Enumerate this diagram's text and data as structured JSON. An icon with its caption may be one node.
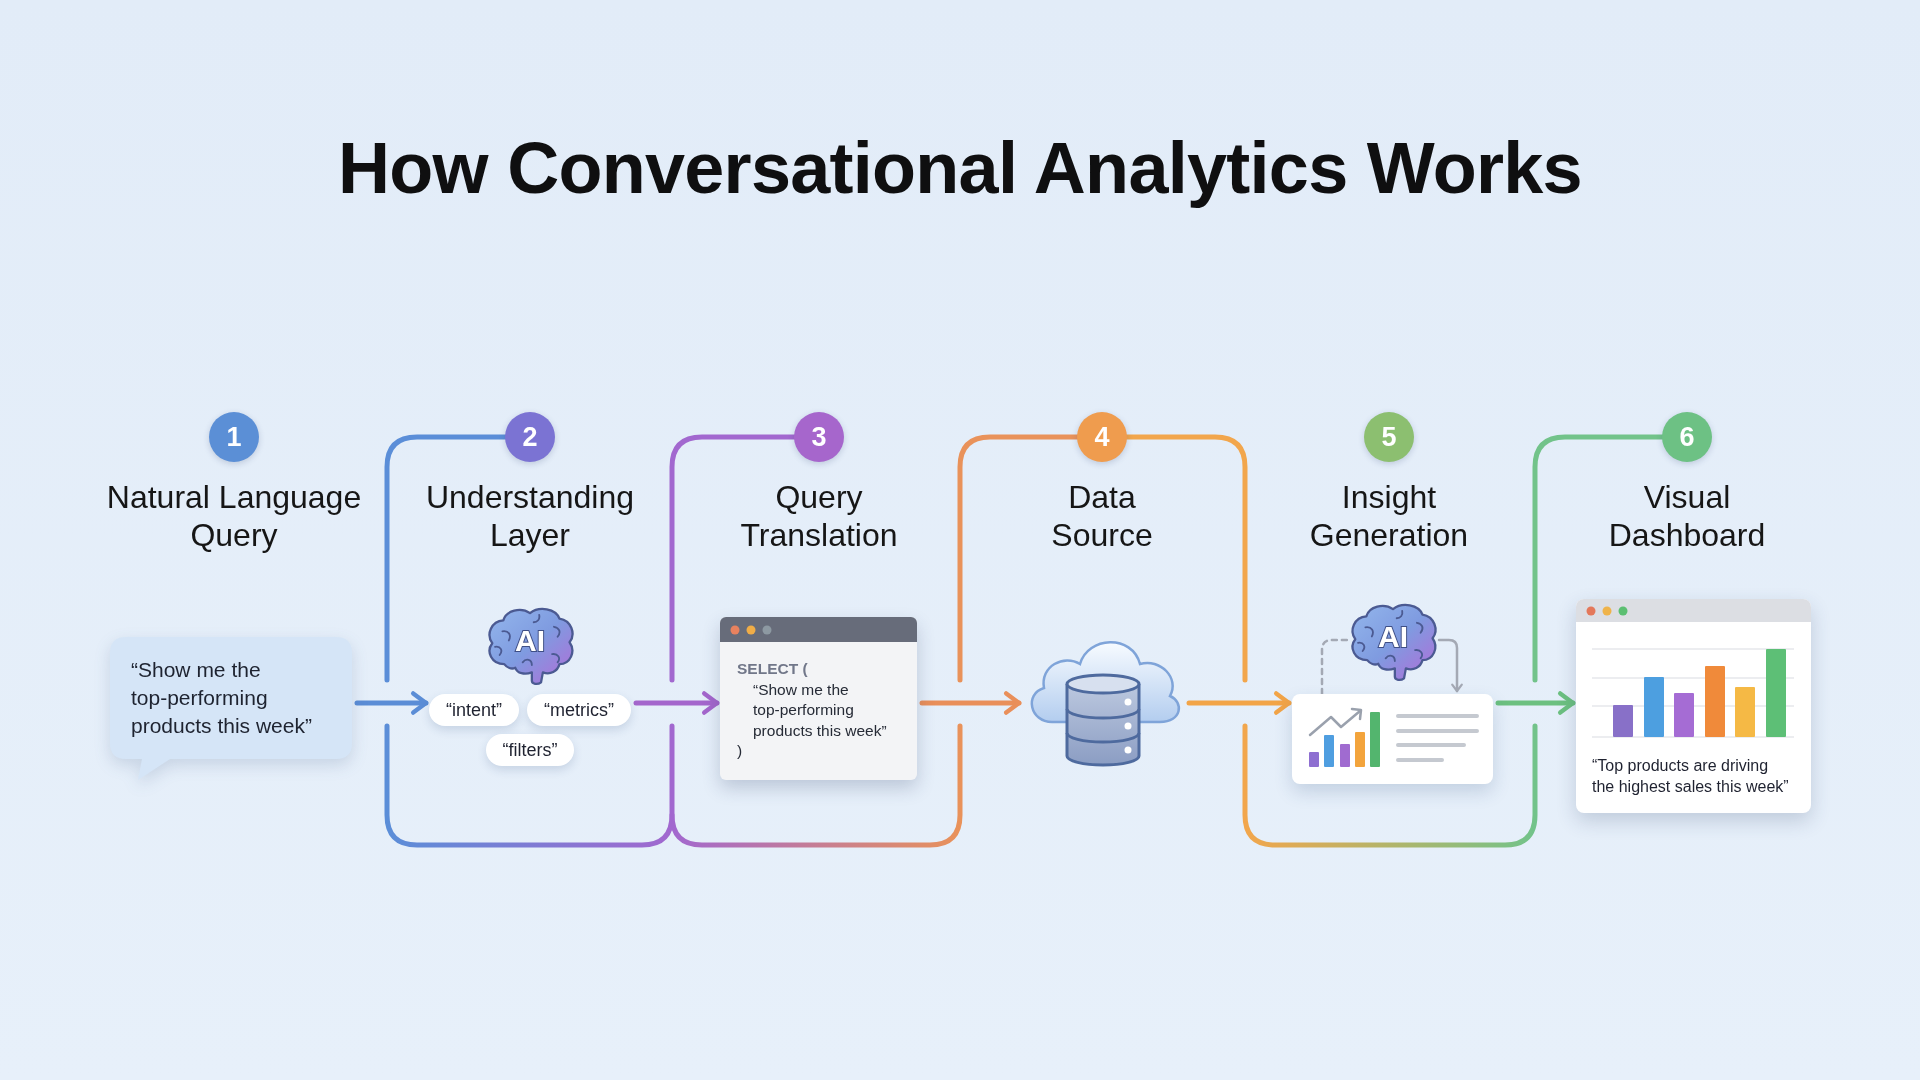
{
  "diagram": {
    "title": "How Conversational Analytics Works",
    "nodes": [
      {
        "text": [
          "1"
        ],
        "beside": [
          "Natural Language Query"
        ]
      },
      {
        "text": [
          "“Show me the top-performing products this week”"
        ]
      },
      {
        "text": [
          "2"
        ],
        "beside": [
          "Understanding Layer"
        ]
      },
      {
        "text": [
          "AI"
        ]
      },
      {
        "text": [
          "“intent”"
        ]
      },
      {
        "text": [
          "“metrics”"
        ]
      },
      {
        "text": [
          "“filters”"
        ]
      },
      {
        "text": [
          "3"
        ],
        "beside": [
          "Query Translation"
        ]
      },
      {
        "text": [
          "SELECT (",
          "“Show me the top-performing products this week”",
          ")"
        ]
      },
      {
        "text": [
          "4"
        ],
        "beside": [
          "Data Source"
        ]
      },
      {
        "text": [],
        "shape": "picture"
      },
      {
        "text": [
          "5"
        ],
        "beside": [
          "Insight Generation"
        ]
      },
      {
        "text": [
          "AI"
        ]
      },
      {
        "text": [],
        "shape": "box"
      },
      {
        "text": [
          "6"
        ],
        "beside": [
          "Visual Dashboard"
        ]
      },
      {
        "text": [
          "“Top products are driving the highest sales this week”"
        ]
      }
    ],
    "edges": [
      {
        "from": 1,
        "to": 4,
        "arrow": "to",
        "color": "#5b8dd6"
      },
      {
        "from": 5,
        "to": 8,
        "arrow": "to",
        "color": "#a466cc"
      },
      {
        "from": 8,
        "to": 10,
        "arrow": "to",
        "color": "#e98f5a"
      },
      {
        "from": 10,
        "to": 13,
        "arrow": "to",
        "color": "#f2a447"
      },
      {
        "from": 13,
        "to": 15,
        "arrow": "to",
        "color": "#6cc080"
      },
      {
        "from": 12,
        "to": 13,
        "arrow": "to",
        "color": "#a4a9b4"
      },
      {
        "from": 13,
        "to": 12,
        "arrow": "none",
        "style": "dashed",
        "color": "#a4a9b4"
      }
    ]
  }
}
